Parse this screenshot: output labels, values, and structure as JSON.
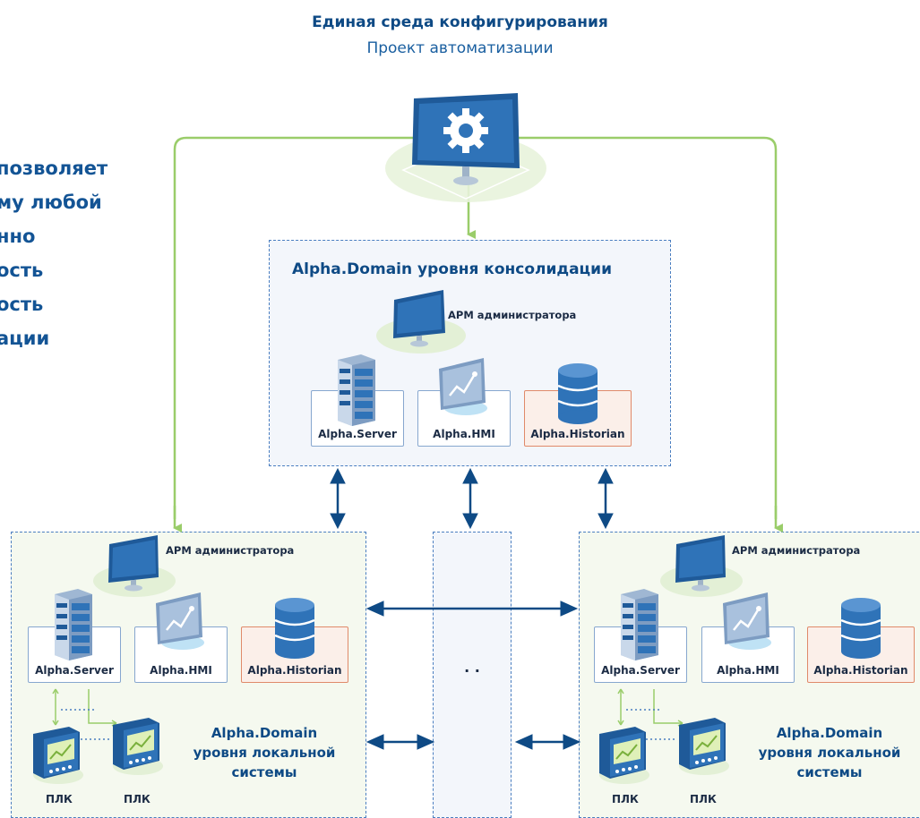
{
  "header": {
    "title": "Единая среда конфигурирования",
    "subtitle": "Проект автоматизации"
  },
  "left_text": {
    "lines": [
      "позволяет",
      "му любой",
      "нно",
      "ость",
      "ость",
      "ации"
    ]
  },
  "consolidation": {
    "title": "Alpha.Domain уровня консолидации",
    "arm_label": "АРМ администратора",
    "server_label": "Alpha.Server",
    "hmi_label": "Alpha.HMI",
    "historian_label": "Alpha.Historian"
  },
  "local_left": {
    "arm_label": "АРМ администратора",
    "server_label": "Alpha.Server",
    "hmi_label": "Alpha.HMI",
    "historian_label": "Alpha.Historian",
    "title_lines": [
      "Alpha.Domain",
      "уровня локальной",
      "системы"
    ],
    "plc_labels": [
      "ПЛК",
      "ПЛК"
    ]
  },
  "local_right": {
    "arm_label": "АРМ администратора",
    "server_label": "Alpha.Server",
    "hmi_label": "Alpha.HMI",
    "historian_label": "Alpha.Historian",
    "title_lines": [
      "Alpha.Domain",
      "уровня локальной",
      "системы"
    ],
    "plc_labels": [
      "ПЛК",
      "ПЛК"
    ]
  },
  "middle": {
    "ellipsis": ". ."
  },
  "colors": {
    "primary_blue": "#0e4a85",
    "green_line": "#9acd6a",
    "historian_orange": "#e08a6a",
    "dashed_border": "#4a7ec0"
  },
  "icons": [
    "monitor-gear-icon",
    "server-icon",
    "hmi-panel-icon",
    "database-icon",
    "plc-device-icon",
    "double-arrow-icon"
  ]
}
